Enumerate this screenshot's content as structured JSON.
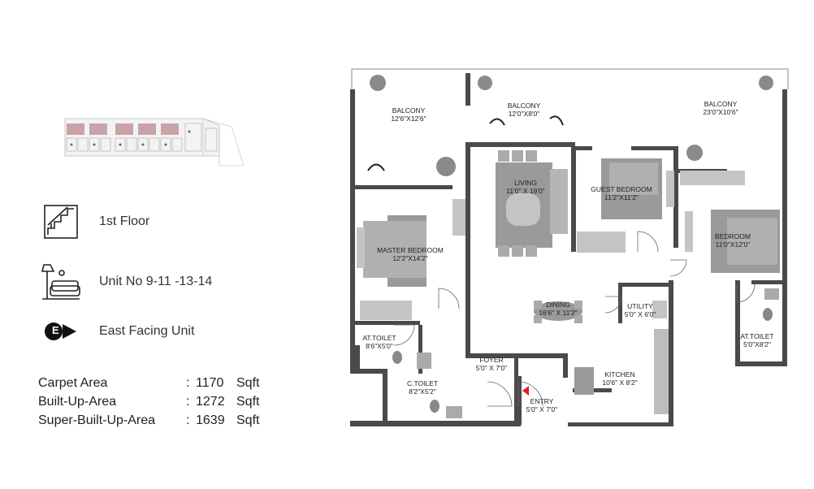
{
  "info": {
    "floor": "1st Floor",
    "unit": "Unit No 9-11 -13-14",
    "facing_badge": "E",
    "facing": "East Facing Unit"
  },
  "areas": [
    {
      "label": "Carpet Area",
      "value": "1170",
      "unit": "Sqft"
    },
    {
      "label": "Built-Up-Area",
      "value": "1272",
      "unit": "Sqft"
    },
    {
      "label": "Super-Built-Up-Area",
      "value": "1639",
      "unit": "Sqft"
    }
  ],
  "rooms": {
    "balcony_left": {
      "name": "BALCONY",
      "dim": "12'6\"X12'6\""
    },
    "balcony_mid": {
      "name": "BALCONY",
      "dim": "12'0\"X8'0\""
    },
    "balcony_right": {
      "name": "BALCONY",
      "dim": "23'0\"X10'6\""
    },
    "living": {
      "name": "LIVING",
      "dim": "11'0\" X 19'0\""
    },
    "guest_bedroom": {
      "name": "GUEST BEDROOM",
      "dim": "11'2\"X11'2\""
    },
    "master_bedroom": {
      "name": "MASTER BEDROOM",
      "dim": "12'2\"X14'2\""
    },
    "bedroom": {
      "name": "BEDROOM",
      "dim": "11'0\"X12'0\""
    },
    "dining": {
      "name": "DINING",
      "dim": "16'6\" X 11'2\""
    },
    "utility": {
      "name": "UTILITY",
      "dim": "5'0\" X 6'0\""
    },
    "at_toilet_left": {
      "name": "AT.TOILET",
      "dim": "8'6\"X5'0\""
    },
    "at_toilet_right": {
      "name": "AT.TOILET",
      "dim": "5'0\"X8'2\""
    },
    "foyer": {
      "name": "FOYER",
      "dim": "5'0\" X 7'0\""
    },
    "kitchen": {
      "name": "KITCHEN",
      "dim": "10'6\" X 8'2\""
    },
    "c_toilet": {
      "name": "C.TOILET",
      "dim": "8'2\"X5'2\""
    },
    "entry": {
      "name": "ENTRY",
      "dim": "5'0\" X 7'0\""
    }
  },
  "colors": {
    "wall": "#4a4a4a",
    "furniture": "#9a9a9a",
    "furniture_light": "#c4c4c4",
    "entry_marker": "#e02020",
    "text": "#222222"
  }
}
